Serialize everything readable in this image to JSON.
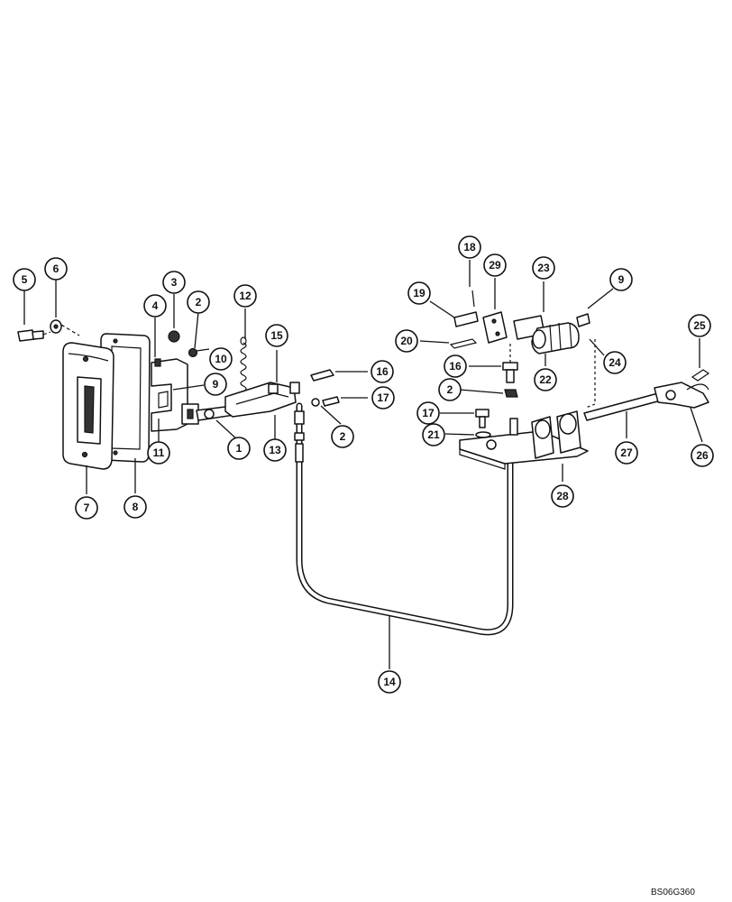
{
  "reference_code": "BS06G360",
  "callouts": [
    {
      "id": "c1",
      "label": "1"
    },
    {
      "id": "c2a",
      "label": "2"
    },
    {
      "id": "c2b",
      "label": "2"
    },
    {
      "id": "c2c",
      "label": "2"
    },
    {
      "id": "c3",
      "label": "3"
    },
    {
      "id": "c4",
      "label": "4"
    },
    {
      "id": "c5",
      "label": "5"
    },
    {
      "id": "c6",
      "label": "6"
    },
    {
      "id": "c7",
      "label": "7"
    },
    {
      "id": "c8",
      "label": "8"
    },
    {
      "id": "c9a",
      "label": "9"
    },
    {
      "id": "c9b",
      "label": "9"
    },
    {
      "id": "c10",
      "label": "10"
    },
    {
      "id": "c11",
      "label": "11"
    },
    {
      "id": "c12",
      "label": "12"
    },
    {
      "id": "c13",
      "label": "13"
    },
    {
      "id": "c14",
      "label": "14"
    },
    {
      "id": "c15",
      "label": "15"
    },
    {
      "id": "c16a",
      "label": "16"
    },
    {
      "id": "c16b",
      "label": "16"
    },
    {
      "id": "c17a",
      "label": "17"
    },
    {
      "id": "c17b",
      "label": "17"
    },
    {
      "id": "c18",
      "label": "18"
    },
    {
      "id": "c19",
      "label": "19"
    },
    {
      "id": "c20",
      "label": "20"
    },
    {
      "id": "c21",
      "label": "21"
    },
    {
      "id": "c22",
      "label": "22"
    },
    {
      "id": "c23",
      "label": "23"
    },
    {
      "id": "c24",
      "label": "24"
    },
    {
      "id": "c25",
      "label": "25"
    },
    {
      "id": "c26",
      "label": "26"
    },
    {
      "id": "c27",
      "label": "27"
    },
    {
      "id": "c28",
      "label": "28"
    },
    {
      "id": "c29",
      "label": "29"
    }
  ]
}
